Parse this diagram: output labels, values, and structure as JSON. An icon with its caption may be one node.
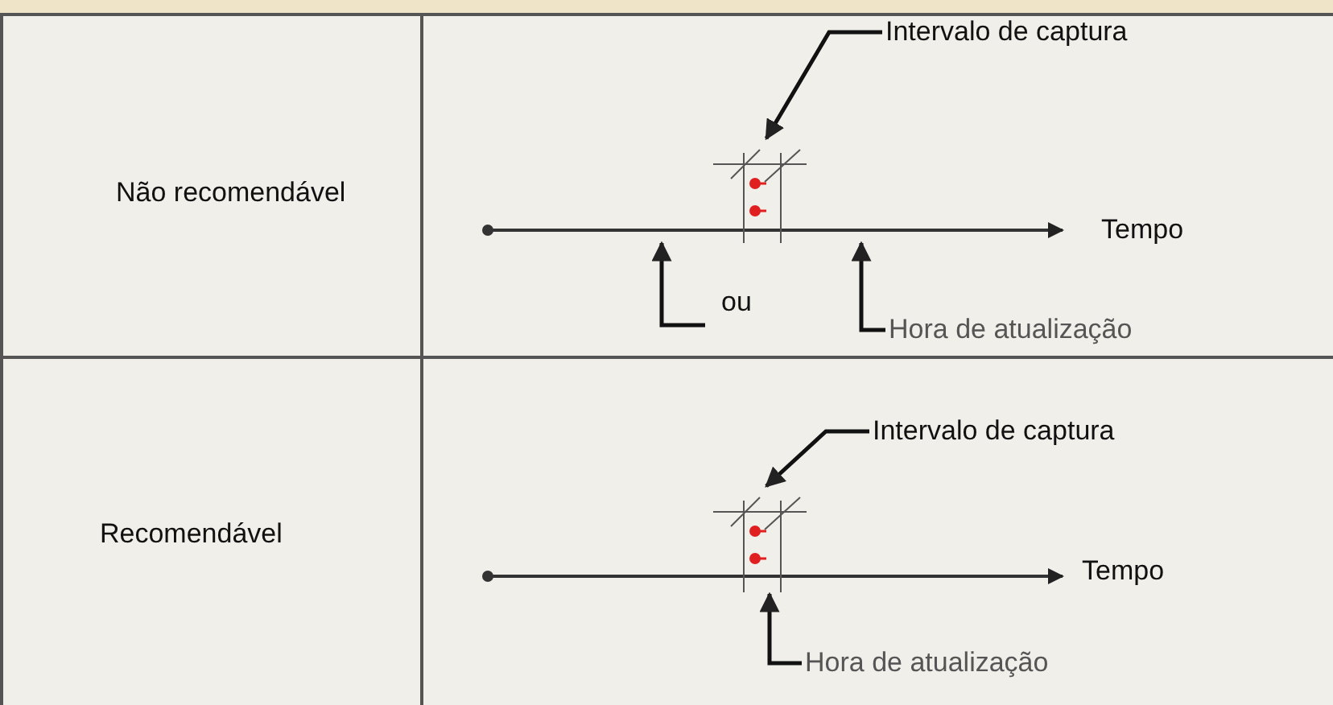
{
  "diagram": {
    "nodes": [
      {
        "text": [
          "Intervalo de captura"
        ]
      },
      {
        "text": [],
        "shape": "picture"
      },
      {
        "text": [
          "ou"
        ]
      },
      {
        "text": [
          "Hora de atualização"
        ]
      },
      {
        "text": [
          "Intervalo de captura"
        ]
      },
      {
        "text": [],
        "shape": "picture"
      },
      {
        "text": [
          "Hora de atualização"
        ]
      }
    ],
    "edges": [
      {
        "from": 0,
        "to": 1,
        "arrow": "to"
      },
      {
        "from": 2,
        "to": null,
        "arrow": "to"
      },
      {
        "from": 3,
        "to": null,
        "arrow": "to"
      },
      {
        "from": 4,
        "to": 5,
        "arrow": "to"
      },
      {
        "from": 6,
        "to": 5,
        "arrow": "to"
      }
    ],
    "labels": [
      "Não recomendável",
      "Tempo",
      "Recomendável",
      "Tempo"
    ]
  }
}
